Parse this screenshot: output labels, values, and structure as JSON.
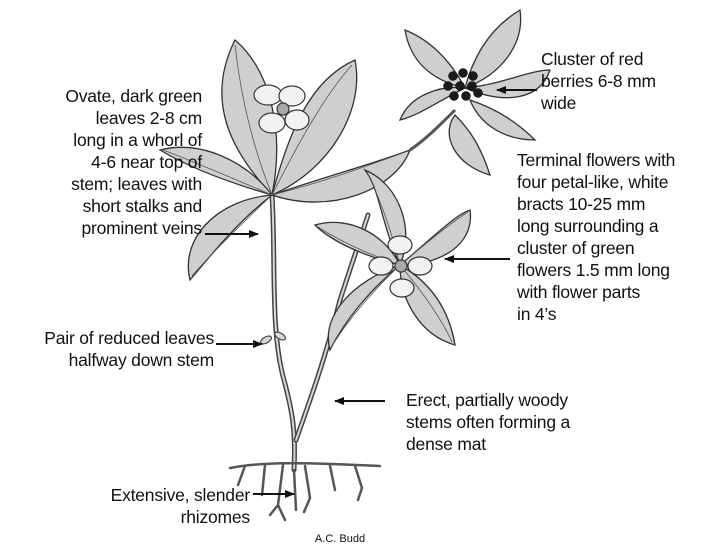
{
  "colors": {
    "ink": "#111111",
    "leaf_fill": "#cfcfcf",
    "bract_fill": "#f2f2f2",
    "berry_fill": "#1a1a1a"
  },
  "labels": {
    "berries": "Cluster of red\nberries 6-8 mm\nwide",
    "leaves": "Ovate, dark green\nleaves 2-8 cm\nlong in a whorl of\n4-6 near top of\nstem; leaves with\nshort stalks and\nprominent veins",
    "flowers": "Terminal flowers with\nfour petal-like, white\nbracts 10-25 mm\nlong surrounding a\ncluster of green\nflowers 1.5 mm long\nwith flower parts\nin 4’s",
    "reduced_leaves": "Pair of reduced leaves\nhalfway down stem",
    "stems": "Erect, partially woody\nstems often forming a\ndense mat",
    "rhizomes": "Extensive, slender\nrhizomes"
  },
  "credit": "A.C. Budd"
}
